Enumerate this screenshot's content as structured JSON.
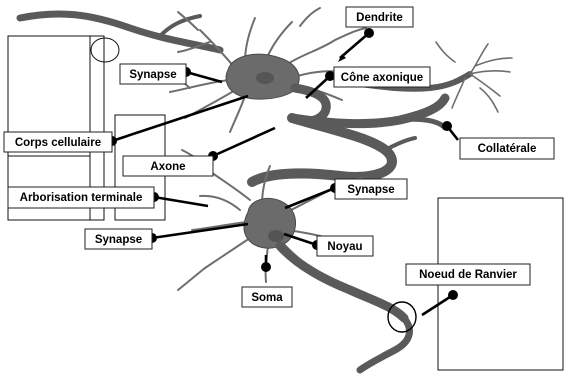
{
  "labels": {
    "dendrite": "Dendrite",
    "synapse_top": "Synapse",
    "cone_axonique": "Cône axonique",
    "corps_cellulaire": "Corps cellulaire",
    "axone": "Axone",
    "collaterale": "Collatérale",
    "synapse_mid": "Synapse",
    "arborisation": "Arborisation terminale",
    "synapse_low": "Synapse",
    "noyau": "Noyau",
    "soma": "Soma",
    "noeud_ranvier": "Noeud de Ranvier"
  },
  "colors": {
    "neuron": "#5a5a5a",
    "soma_fill": "#6b6b6b",
    "leader": "#000000"
  }
}
